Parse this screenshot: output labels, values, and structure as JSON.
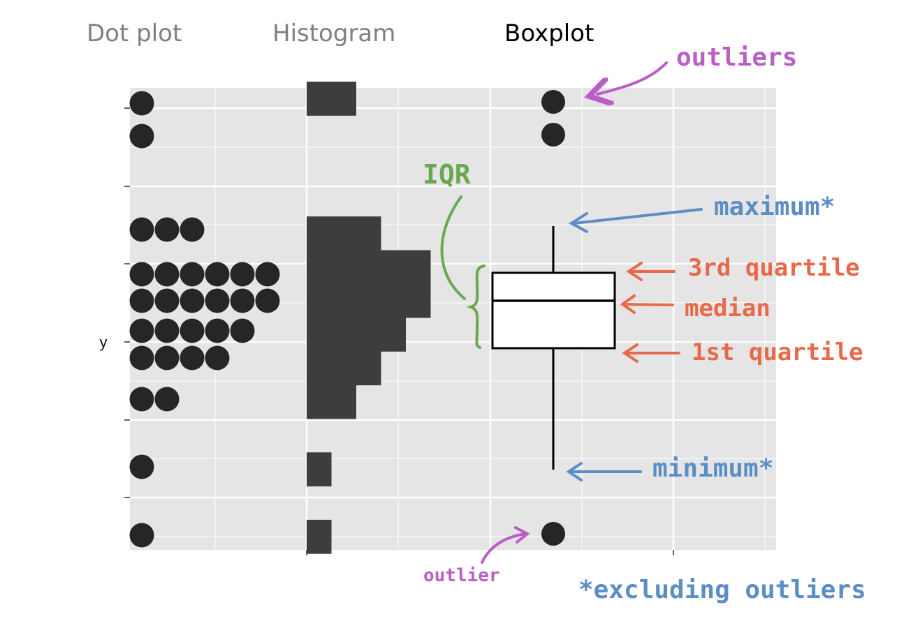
{
  "tabs": [
    {
      "label": "Dot plot",
      "active": false
    },
    {
      "label": "Histogram",
      "active": false
    },
    {
      "label": "Boxplot",
      "active": true
    }
  ],
  "chart_data": {
    "type": "boxplot",
    "ylabel": "y",
    "grid": true,
    "background": "#e5e5e5",
    "dot_rows": [
      1,
      1,
      0,
      0,
      3,
      6,
      6,
      5,
      4,
      0,
      2,
      0,
      1,
      0,
      1
    ],
    "dot_rows_note_values_top_to_bottom": true,
    "histogram_bins": [
      2,
      0,
      0,
      0,
      3,
      5,
      5,
      4,
      3,
      2,
      0,
      1,
      0,
      1
    ],
    "boxplot": {
      "outliers_high": 2,
      "outliers_low": 1,
      "maximum": 6.3,
      "q3": 5.0,
      "median": 4.2,
      "q1": 3.0,
      "minimum": -0.5,
      "outlier_values": [
        8.0,
        7.1,
        -2.4
      ]
    },
    "annotations": {
      "outliers": "outliers",
      "iqr": "IQR",
      "maximum": "maximum*",
      "q3": "3rd quartile",
      "median": "median",
      "q1": "1st quartile",
      "minimum": "minimum*",
      "outlier": "outlier",
      "footnote": "*excluding outliers"
    },
    "colors": {
      "outliers": "#b95fc6",
      "iqr": "#6aa84f",
      "blue": "#5b8ec4",
      "orange": "#e8694a",
      "marks": "#262626"
    }
  }
}
